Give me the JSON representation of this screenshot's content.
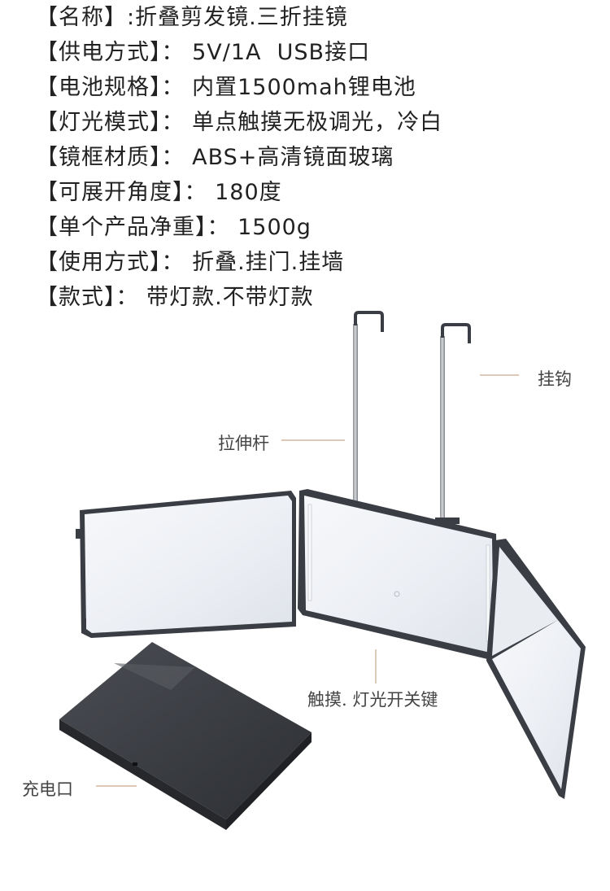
{
  "specs": [
    {
      "label": "【名称】",
      "sep": ":",
      "value": "折叠剪发镜.三折挂镜"
    },
    {
      "label": "【供电方式】",
      "sep": "：",
      "value": "5V/1A  USB接口"
    },
    {
      "label": "【电池规格】",
      "sep": "：",
      "value": "内置1500mah锂电池"
    },
    {
      "label": "【灯光模式】",
      "sep": "：",
      "value": "单点触摸无极调光，冷白"
    },
    {
      "label": "【镜框材质】",
      "sep": "：",
      "value": "ABS+高清镜面玻璃"
    },
    {
      "label": "【可展开角度】",
      "sep": "：",
      "value": "180度"
    },
    {
      "label": "【单个产品净重】",
      "sep": "：",
      "value": "1500g"
    },
    {
      "label": "【使用方式】",
      "sep": "：",
      "value": "折叠.挂门.挂墙"
    },
    {
      "label": "【款式】",
      "sep": "：",
      "value": "带灯款.不带灯款"
    }
  ],
  "callouts": {
    "hook": "挂钩",
    "rod": "拉伸杆",
    "touch": "触摸. 灯光开关键",
    "charge": "充电口"
  },
  "colors": {
    "text": "#222222",
    "frame": "#3a3d44",
    "mirror": "#eef1f6",
    "callout_line": "#c9a98e"
  }
}
